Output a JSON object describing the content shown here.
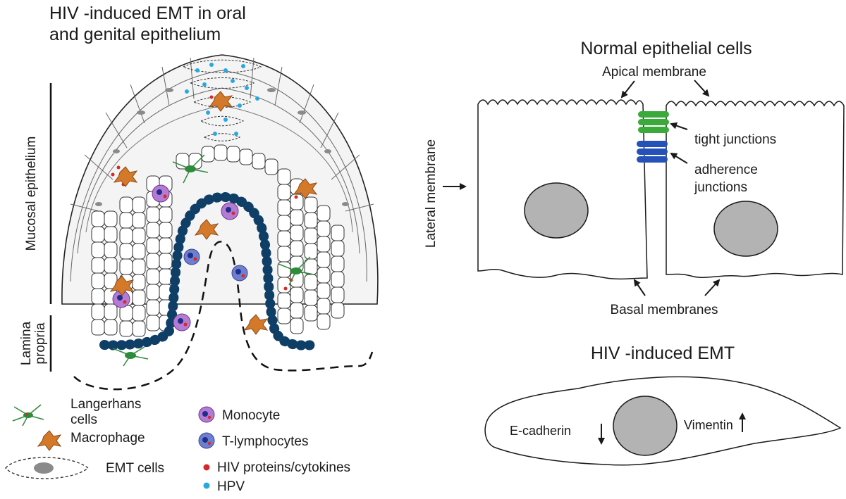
{
  "left_panel": {
    "title_line1": "HIV -induced EMT in oral",
    "title_line2": "and genital epithelium",
    "side_label_epithelium": "Mucosal epithelium",
    "side_label_lamina_line1": "Lamina",
    "side_label_lamina_line2": "propria"
  },
  "legend": {
    "langerhans_line1": "Langerhans",
    "langerhans_line2": "cells",
    "macrophage": "Macrophage",
    "emt_cells": "EMT cells",
    "monocyte": "Monocyte",
    "t_lymphocytes": "T-lymphocytes",
    "hiv_proteins": "HIV proteins/cytokines",
    "hpv": "HPV"
  },
  "normal_panel": {
    "title": "Normal epithelial cells",
    "apical_membrane": "Apical membrane",
    "lateral_membrane": "Lateral membrane",
    "tight_junctions": "tight junctions",
    "adherence_line1": "adherence",
    "adherence_line2": "junctions",
    "basal_membranes": "Basal membranes"
  },
  "emt_panel": {
    "title": "HIV -induced EMT",
    "e_cadherin": "E-cadherin",
    "vimentin": "Vimentin"
  },
  "colors": {
    "basement_membrane": "#0f3e66",
    "tight_junction": "#3aaa3a",
    "adherence_junction": "#2452b8",
    "nucleus": "#b3b3b3",
    "hiv_dot": "#d42a2a",
    "hpv_dot": "#29a8e0",
    "monocyte": "#b57ad3",
    "langerhans": "#2e8b3a",
    "macrophage": "#d4782a"
  }
}
